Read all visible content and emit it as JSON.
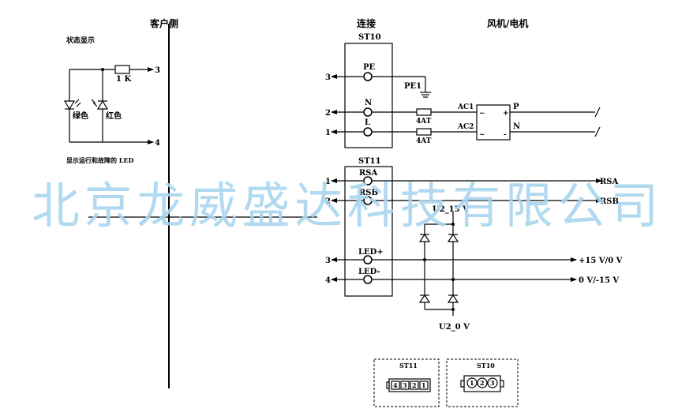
{
  "headers": {
    "customer_side": "客户侧",
    "connection": "连接",
    "fan_motor": "风机/电机"
  },
  "led_panel": {
    "title": "状态显示",
    "resistor": "1 K",
    "green": "绿色",
    "red": "红色",
    "pin3": "3",
    "pin4": "4",
    "caption": "显示运行和故障的 LED"
  },
  "st10": {
    "title": "ST10",
    "pe": "PE",
    "n": "N",
    "l": "L",
    "pin3": "3",
    "pin2": "2",
    "pin1": "1",
    "pe1": "PE1",
    "fuse1": "4AT",
    "fuse2": "4AT",
    "ac1": "AC1",
    "ac2": "AC2",
    "p_out": "P",
    "n_out": "N",
    "rect_minus": "~",
    "rect_plus": "+",
    "rect_tilde": "~",
    "rect_dash": "-"
  },
  "st11": {
    "title": "ST11",
    "rsa": "RSA",
    "rsb": "RSB",
    "ledp": "LED+",
    "ledm": "LED-",
    "pin1": "1",
    "pin2": "2",
    "pin3": "3",
    "pin4": "4",
    "out_rsa": "RSA",
    "out_rsb": "RSB",
    "u2_15": "U2_15 V",
    "u2_0": "U2_0 V",
    "out_15": "+15 V/0 V",
    "out_0": "0 V/-15 V"
  },
  "connectors": {
    "st11_label": "ST11",
    "st10_label": "ST10",
    "st11_pins": [
      "4",
      "3",
      "2",
      "1"
    ],
    "st10_pins": [
      "1",
      "2",
      "3"
    ]
  },
  "watermark": "北京龙威盛达科技有限公司"
}
